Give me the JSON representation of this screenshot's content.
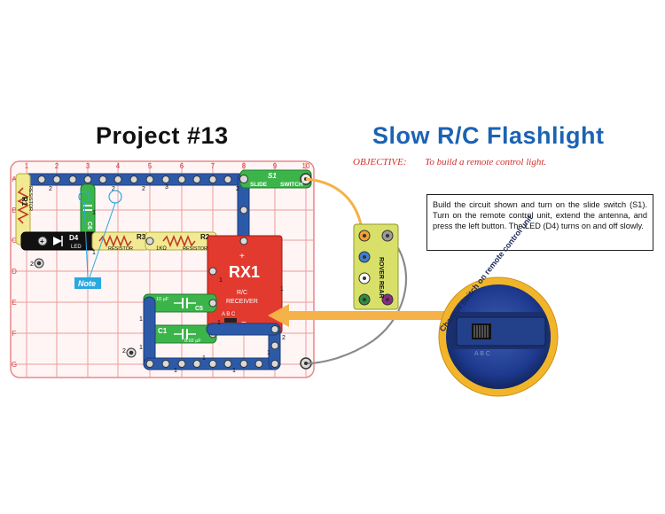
{
  "header": {
    "project_title": "Project #13",
    "project_name": "Slow R/C Flashlight"
  },
  "objective": {
    "label": "OBJECTIVE:",
    "text": "To build a remote control light."
  },
  "instructions": "Build the circuit shown and turn on the slide switch (S1).  Turn on the remote control unit, extend the antenna, and press the left button.  The LED (D4) turns on and off slowly.",
  "grid": {
    "columns": [
      "1",
      "2",
      "3",
      "4",
      "5",
      "6",
      "7",
      "8",
      "9",
      "10"
    ],
    "rows": [
      "A",
      "B",
      "C",
      "D",
      "E",
      "F",
      "G"
    ]
  },
  "components": {
    "r1": {
      "ref": "R1",
      "label": "RESISTOR"
    },
    "d4": {
      "ref": "D4",
      "label": "LED",
      "plus": "+"
    },
    "r3": {
      "ref": "R3",
      "label": "RESISTOR",
      "value": "1KΩ"
    },
    "r2": {
      "ref": "R2",
      "label": "RESISTOR"
    },
    "s1": {
      "ref": "S1",
      "label_left": "SLIDE",
      "label_right": "SWITCH"
    },
    "rx1": {
      "ref": "RX1",
      "line1": "R/C",
      "line2": "RECEIVER",
      "channel": "A B C",
      "plus": "+",
      "minus": "−"
    },
    "c5": {
      "ref": "C5",
      "value": "10 µF"
    },
    "c1": {
      "ref": "C1",
      "value": "0.02 µF"
    },
    "c6": {
      "ref": "C6"
    },
    "rover": {
      "label": "ROVER REAR"
    }
  },
  "snap_numbers": {
    "top_row": [
      "2",
      "2",
      "2",
      "2",
      "3",
      "2"
    ],
    "level_marks": [
      "1",
      "1",
      "1",
      "1",
      "1",
      "1",
      "1",
      "1",
      "1",
      "1",
      "1",
      "2",
      "2",
      "2"
    ]
  },
  "note_label": "Note",
  "callout": {
    "title": "Channel switch on remote control unit",
    "letters": "A B C"
  }
}
